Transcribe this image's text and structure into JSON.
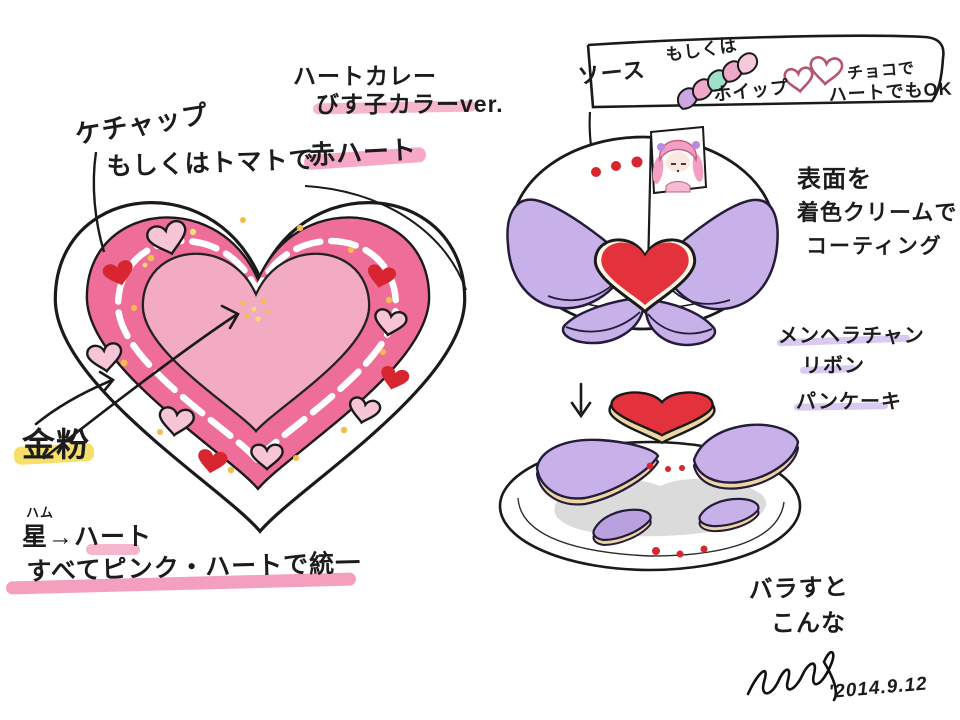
{
  "labels": {
    "title_line1": "ハートカレー",
    "title_line2": "びす子カラーver.",
    "ketchup_line1": "ケチャップ",
    "ketchup_line2": "もしくはトマトで",
    "ketchup_emphasis": "赤ハート",
    "bubble_sauce": "ソース",
    "bubble_or": "もしくは",
    "bubble_whip": "ホイップ",
    "bubble_choco_line1": "チョコで",
    "bubble_choco_line2": "ハートでもOK",
    "coating_line1": "表面を",
    "coating_line2": "着色クリームで",
    "coating_line3": "コーティング",
    "dish_name_line1": "メンヘラチャン",
    "dish_name_line2": "リボン",
    "dish_name_line3": "パンケーキ",
    "gold_dust": "金粉",
    "ham_furigana": "ハム",
    "star_to_heart": "星→ハート",
    "unified_note": "すべてピンク・ハートで統一",
    "disassembled_line1": "バラすと",
    "disassembled_line2": "こんな",
    "signature_date": "'2014.9.12"
  },
  "colors": {
    "curry_pink": "#EE6D99",
    "rice_pink": "#F2ABC3",
    "deco_heart_pink": "#F7C5D6",
    "deco_heart_red": "#D7262F",
    "gold": "#F2BD4A",
    "pancake_purple": "#C7B1E8",
    "pancake_base_tan": "#EDD6A4",
    "ribbon_heart_red": "#E4323C",
    "whip_teal": "#9FDFCE",
    "whip_purple": "#CDA8E0",
    "whip_pink": "#F0A8C8",
    "highlight_pink": "#F6A8C6",
    "highlight_purple": "#D9CAF1",
    "highlight_yellow": "#F8DF6B",
    "ink": "#1a1a1a"
  }
}
